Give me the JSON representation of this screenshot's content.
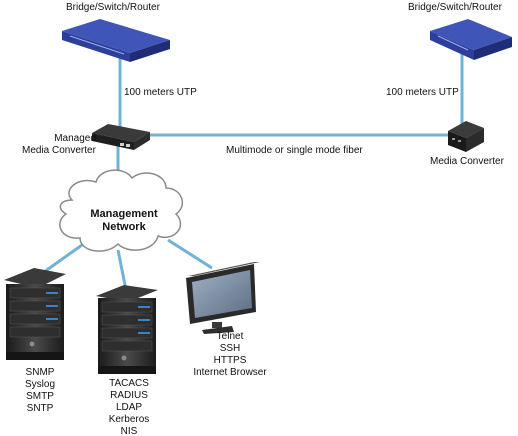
{
  "diagram": {
    "line_color": "#6fb3d6",
    "device_colors": {
      "router_body": "#2d3f9a",
      "router_top": "#3f56b8",
      "server_body": "#2a2a2a",
      "converter_body": "#1e1e1e",
      "screen": "#7f8fa5"
    },
    "nodes": {
      "router_left": {
        "label": "Bridge/Switch/Router",
        "icon": "router-icon"
      },
      "router_right": {
        "label": "Bridge/Switch/Router",
        "icon": "router-icon"
      },
      "managed_converter": {
        "label_lines": [
          "Managed",
          "Media Converter"
        ],
        "icon": "media-converter-icon"
      },
      "media_converter": {
        "label": "Media Converter",
        "icon": "media-converter-icon"
      },
      "cloud": {
        "label_lines": [
          "Management",
          "Network"
        ],
        "icon": "cloud-icon"
      },
      "server_left": {
        "label_lines": [
          "SNMP",
          "Syslog",
          "SMTP",
          "SNTP"
        ],
        "icon": "server-icon"
      },
      "server_middle": {
        "label_lines": [
          "TACACS",
          "RADIUS",
          "LDAP",
          "Kerberos",
          "NIS"
        ],
        "icon": "server-icon"
      },
      "monitor": {
        "label_lines": [
          "Telnet",
          "SSH",
          "HTTPS",
          "Internet Browser"
        ],
        "icon": "monitor-icon"
      }
    },
    "links": {
      "utp_left": "100 meters UTP",
      "utp_right": "100 meters UTP",
      "fiber": "Multimode or single mode fiber"
    }
  }
}
